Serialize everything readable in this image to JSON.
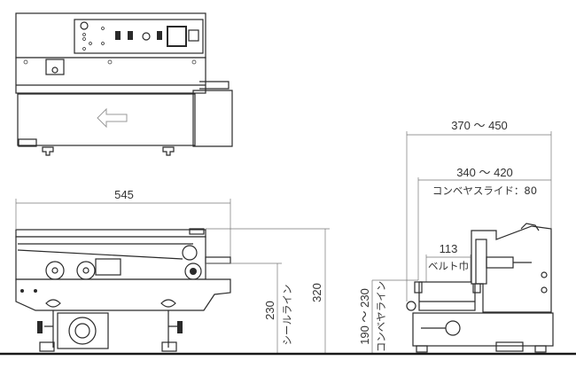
{
  "front_view": {
    "width_dim": "545",
    "seal_height_dim": "230",
    "seal_line_label": "シールライン",
    "total_height_dim": "320"
  },
  "side_view": {
    "depth_dim": "370 ～ 450",
    "conveyor_depth_dim": "340 ～ 420",
    "conveyor_slide_label": "コンベヤスライド：80",
    "belt_width_dim": "113",
    "belt_width_label": "ベルト巾",
    "conveyor_height_dim": "190 ～ 230",
    "conveyor_line_label": "コンベヤライン"
  },
  "top_view": {
    "direction_arrow": "arrow-left-icon"
  }
}
